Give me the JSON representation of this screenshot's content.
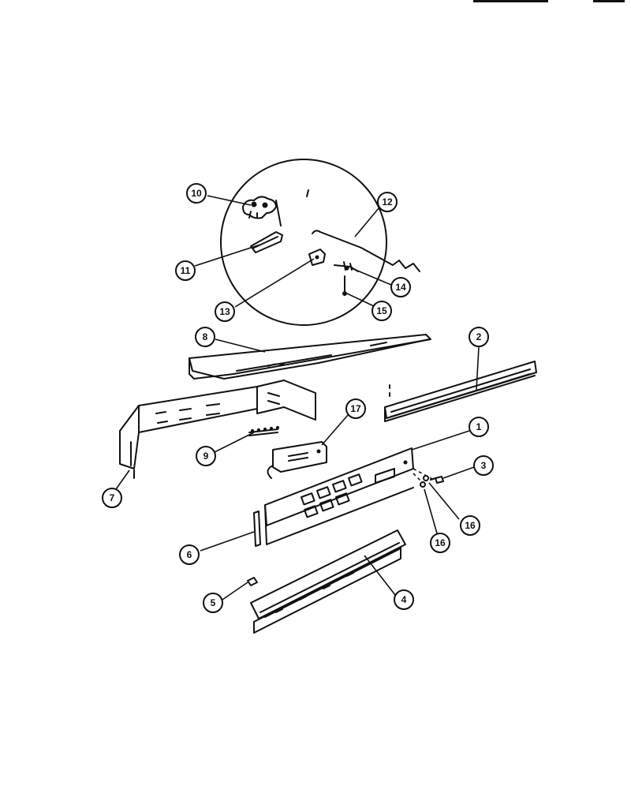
{
  "diagram": {
    "callouts": [
      {
        "id": "1",
        "label": "1"
      },
      {
        "id": "2",
        "label": "2"
      },
      {
        "id": "3",
        "label": "3"
      },
      {
        "id": "4",
        "label": "4"
      },
      {
        "id": "5",
        "label": "5"
      },
      {
        "id": "6",
        "label": "6"
      },
      {
        "id": "7",
        "label": "7"
      },
      {
        "id": "8",
        "label": "8"
      },
      {
        "id": "9",
        "label": "9"
      },
      {
        "id": "10",
        "label": "10"
      },
      {
        "id": "11",
        "label": "11"
      },
      {
        "id": "12",
        "label": "12"
      },
      {
        "id": "13",
        "label": "13"
      },
      {
        "id": "14",
        "label": "14"
      },
      {
        "id": "15",
        "label": "15"
      },
      {
        "id": "16a",
        "label": "16"
      },
      {
        "id": "16b",
        "label": "16"
      },
      {
        "id": "17",
        "label": "17"
      }
    ]
  }
}
